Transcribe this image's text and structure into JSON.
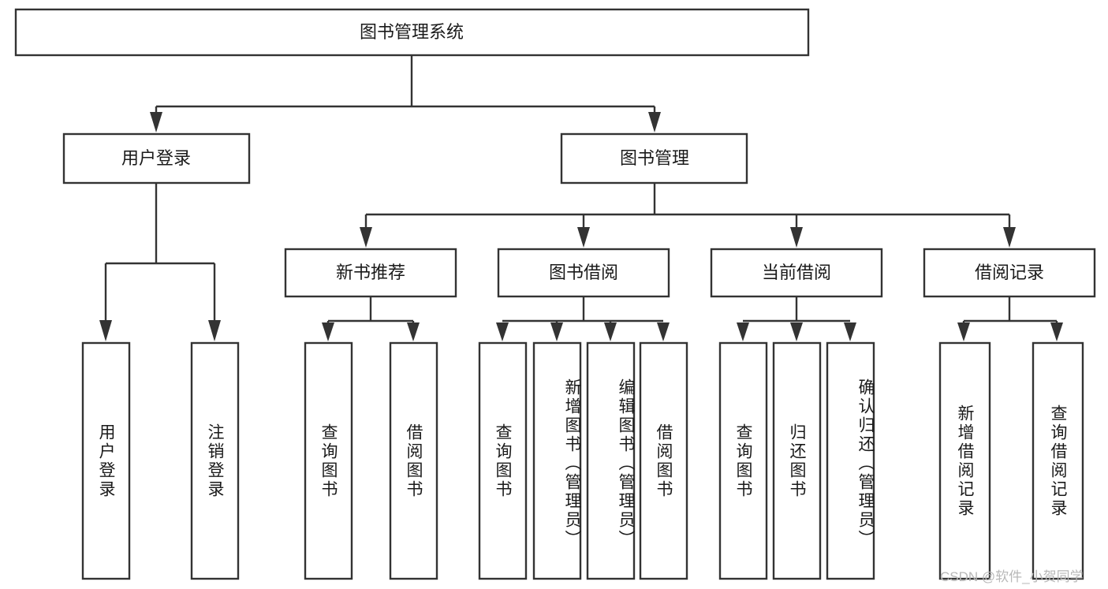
{
  "diagram": {
    "type": "tree-hierarchy-chart",
    "title": "图书管理系统",
    "watermark": "CSDN @软件_小贺同学",
    "colors": {
      "box_stroke": "#333333",
      "box_fill": "#ffffff",
      "text": "#1a1a1a",
      "background": "#ffffff",
      "watermark": "#b8b8b8"
    },
    "levels": {
      "root": {
        "label": "图书管理系统"
      },
      "level2": [
        {
          "label": "用户登录"
        },
        {
          "label": "图书管理"
        }
      ],
      "level3": [
        {
          "label": "新书推荐"
        },
        {
          "label": "图书借阅"
        },
        {
          "label": "当前借阅"
        },
        {
          "label": "借阅记录"
        }
      ],
      "leaves": {
        "user_login": [
          {
            "label": "用户登录"
          },
          {
            "label": "注销登录"
          }
        ],
        "new_book_recommend": [
          {
            "label": "查询图书"
          },
          {
            "label": "借阅图书"
          }
        ],
        "book_borrow": [
          {
            "label": "查询图书"
          },
          {
            "label": "新增图书（管理员）"
          },
          {
            "label": "编辑图书（管理员）"
          },
          {
            "label": "借阅图书"
          }
        ],
        "current_borrow": [
          {
            "label": "查询图书"
          },
          {
            "label": "归还图书"
          },
          {
            "label": "确认归还（管理员）"
          }
        ],
        "borrow_records": [
          {
            "label": "新增借阅记录"
          },
          {
            "label": "查询借阅记录"
          }
        ]
      }
    }
  }
}
